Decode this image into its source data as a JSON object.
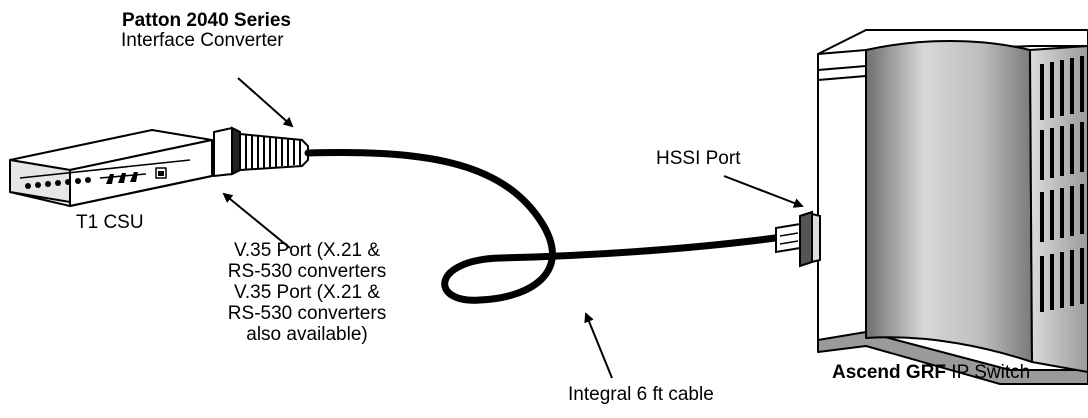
{
  "labels": {
    "converter_title": "Patton 2040 Series",
    "converter_subtitle": "Interface Converter",
    "csu": "T1 CSU",
    "v35_lines": [
      "V.35 Port (X.21 &",
      "RS-530 converters",
      "V.35 Port (X.21 &",
      "RS-530 converters",
      "also available)"
    ],
    "cable": "Integral 6 ft cable",
    "hssi": "HSSI Port",
    "switch_bold": "Ascend GRF",
    "switch_rest": " IP Switch"
  },
  "colors": {
    "line": "#000000",
    "background": "#ffffff",
    "switch_shade": "#c8c8c8",
    "switch_dark": "#8a8a8a",
    "connector_dark": "#555555"
  },
  "icons": [
    "csu-device-icon",
    "interface-converter-icon",
    "switch-chassis-icon",
    "hssi-connector-icon"
  ]
}
